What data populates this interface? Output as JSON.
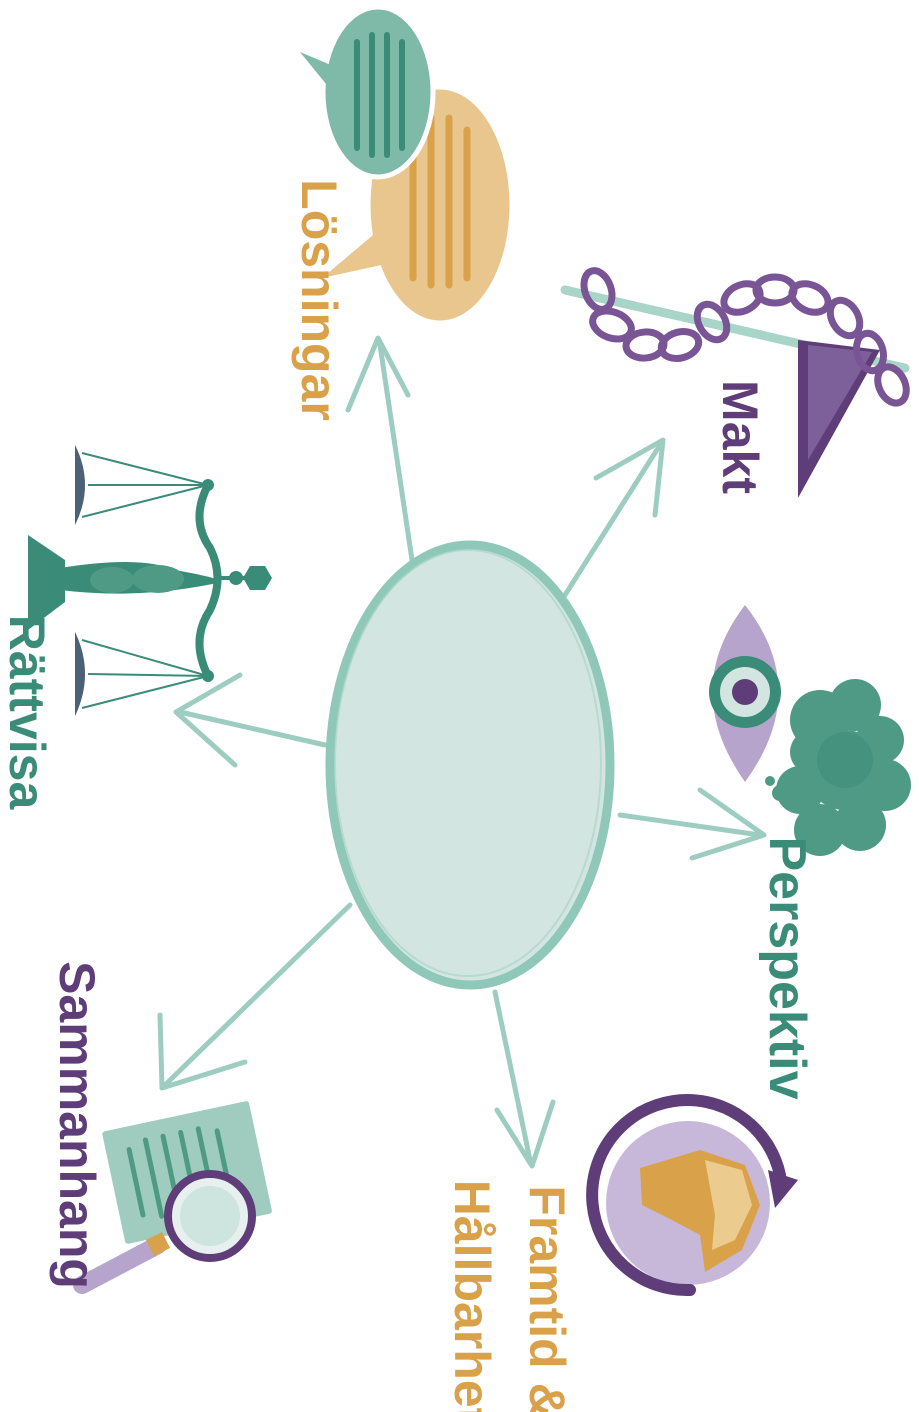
{
  "diagram": {
    "center": {
      "text": ""
    },
    "nodes": [
      {
        "id": "losningar",
        "label": "Lösningar",
        "icon": "speech-bubbles-icon",
        "color": "#d9a24a"
      },
      {
        "id": "makt",
        "label": "Makt",
        "icon": "chain-and-scale-icon",
        "color": "#5e3d78"
      },
      {
        "id": "perspektiv",
        "label": "Perspektiv",
        "icon": "eye-and-thought-cloud-icon",
        "color": "#3a8c78"
      },
      {
        "id": "framtid",
        "label_line1": "Framtid &",
        "label_line2": "Hållbarhet",
        "icon": "globe-with-arrow-icon",
        "color": "#d9a24a"
      },
      {
        "id": "sammanhang",
        "label": "Sammanhang",
        "icon": "document-magnifier-icon",
        "color": "#5e3d78"
      },
      {
        "id": "rattvisa",
        "label": "Rättvisa",
        "icon": "balance-scale-icon",
        "color": "#3a8c78"
      }
    ]
  },
  "colors": {
    "arrow": "#9ccdc0",
    "oval_fill": "#d3e5e0",
    "oval_stroke": "#8fc8b8",
    "teal": "#3a8c78",
    "gold": "#d9a24a",
    "purple": "#5e3d78",
    "lavender": "#b6a4cc"
  }
}
